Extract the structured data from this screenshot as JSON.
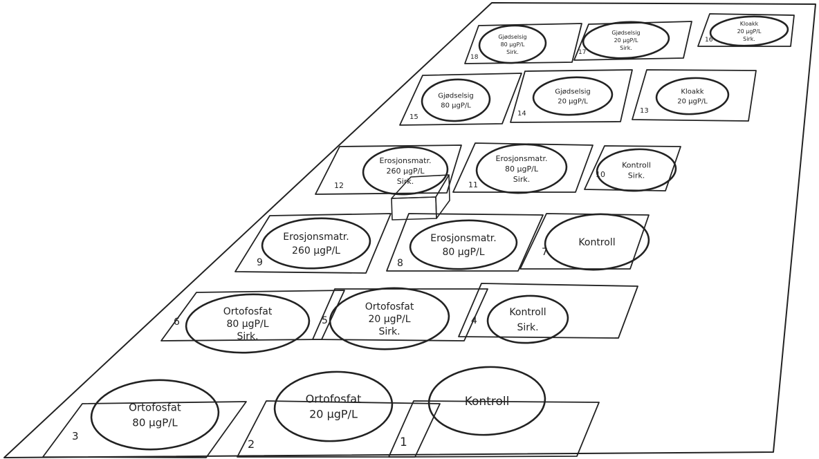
{
  "plots": [
    {
      "number": "1",
      "lines": [
        "Kontroll"
      ]
    },
    {
      "number": "2",
      "lines": [
        "Ortofosfat",
        "20 µgP/L"
      ]
    },
    {
      "number": "3",
      "lines": [
        "Ortofosfat",
        "80 µgP/L"
      ]
    },
    {
      "number": "4",
      "lines": [
        "Kontroll",
        "Sirk."
      ]
    },
    {
      "number": "5",
      "lines": [
        "Ortofosfat",
        "20 µgP/L",
        "Sirk."
      ]
    },
    {
      "number": "6",
      "lines": [
        "Ortofosfat",
        "80 µgP/L",
        "Sirk."
      ]
    },
    {
      "number": "7",
      "lines": [
        "Kontroll"
      ]
    },
    {
      "number": "8",
      "lines": [
        "Erosjonsmatr.",
        "80 µgP/L"
      ]
    },
    {
      "number": "9",
      "lines": [
        "Erosjonsmatr.",
        "260 µgP/L"
      ]
    },
    {
      "number": "10",
      "lines": [
        "Kontroll",
        "Sirk."
      ]
    },
    {
      "number": "11",
      "lines": [
        "Erosjonsmatr.",
        "80 µgP/L",
        "Sirk."
      ]
    },
    {
      "number": "12",
      "lines": [
        "Erosjonsmatr.",
        "260 µgP/L",
        "Sirk."
      ]
    },
    {
      "number": "13",
      "lines": [
        "Kloakk",
        "20 µgP/L"
      ]
    },
    {
      "number": "14",
      "lines": [
        "Gjødselsig",
        "20 µgP/L"
      ]
    },
    {
      "number": "15",
      "lines": [
        "Gjødselsig",
        "80 µgP/L"
      ]
    },
    {
      "number": "16",
      "lines": [
        "Kloakk",
        "20 µgP/L",
        "Sirk."
      ]
    },
    {
      "number": "17",
      "lines": [
        "Gjødselsig",
        "20 µgP/L",
        "Sirk."
      ]
    },
    {
      "number": "18",
      "lines": [
        "Gjødselsig",
        "80 µgP/L",
        "Sirk."
      ]
    }
  ]
}
